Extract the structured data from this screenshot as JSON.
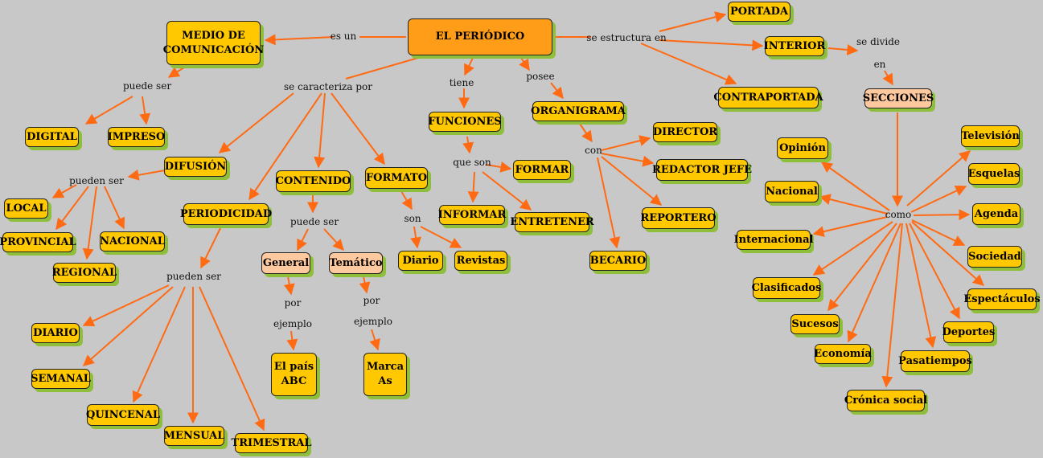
{
  "nodes": {
    "periodico": "EL PERIÓDICO",
    "medio": "MEDIO DE COMUNICACIÓN",
    "portada": "PORTADA",
    "interior": "INTERIOR",
    "contraportada": "CONTRAPORTADA",
    "secciones": "SECCIONES",
    "digital": "DIGITAL",
    "impreso": "IMPRESO",
    "difusion": "DIFUSIÓN",
    "local": "LOCAL",
    "provincial": "PROVINCIAL",
    "nacional_cap": "NACIONAL",
    "regional": "REGIONAL",
    "periodicidad": "PERIODICIDAD",
    "diario_cap": "DIARIO",
    "semanal": "SEMANAL",
    "quincenal": "QUINCENAL",
    "mensual": "MENSUAL",
    "trimestral": "TRIMESTRAL",
    "contenido": "CONTENIDO",
    "general": "General",
    "tematico": "Temático",
    "elpais_line1": "El país",
    "elpais_line2": "ABC",
    "marca_line1": "Marca",
    "marca_line2": "As",
    "formato": "FORMATO",
    "diario": "Diario",
    "revistas": "Revistas",
    "funciones": "FUNCIONES",
    "formar": "FORMAR",
    "informar": "INFORMAR",
    "entretener": "ENTRETENER",
    "organigrama": "ORGANIGRAMA",
    "director": "DIRECTOR",
    "redactor": "REDACTOR JEFE",
    "reportero": "REPORTERO",
    "becario": "BECARIO",
    "opinion": "Opinión",
    "nacional": "Nacional",
    "internacional": "Internacional",
    "clasificados": "Clasificados",
    "sucesos": "Sucesos",
    "economia": "Economía",
    "cronica": "Crónica social",
    "pasatiempos": "Pasatiempos",
    "deportes": "Deportes",
    "espectaculos": "Espectáculos",
    "sociedad": "Sociedad",
    "agenda": "Agenda",
    "esquelas": "Esquelas",
    "television": "Televisión"
  },
  "links": {
    "es_un": "es un",
    "se_estructura_en": "se estructura en",
    "se_divide": "se divide",
    "en": "en",
    "puede_ser_1": "puede ser",
    "se_caracteriza_por": "se caracteriza por",
    "tiene": "tiene",
    "posee": "posee",
    "pueden_ser_1": "pueden ser",
    "pueden_ser_2": "pueden ser",
    "puede_ser_2": "puede ser",
    "por_1": "por",
    "ejemplo_1": "ejemplo",
    "por_2": "por",
    "ejemplo_2": "ejemplo",
    "son": "son",
    "que_son": "que son",
    "con": "con",
    "como": "como"
  },
  "colors": {
    "background": "#c8c8c8",
    "concept": "#ffc800",
    "root": "#ff9d18",
    "example": "#ffc9a0",
    "arrow": "#ff6a13",
    "shadow": "#8fbf3a"
  }
}
